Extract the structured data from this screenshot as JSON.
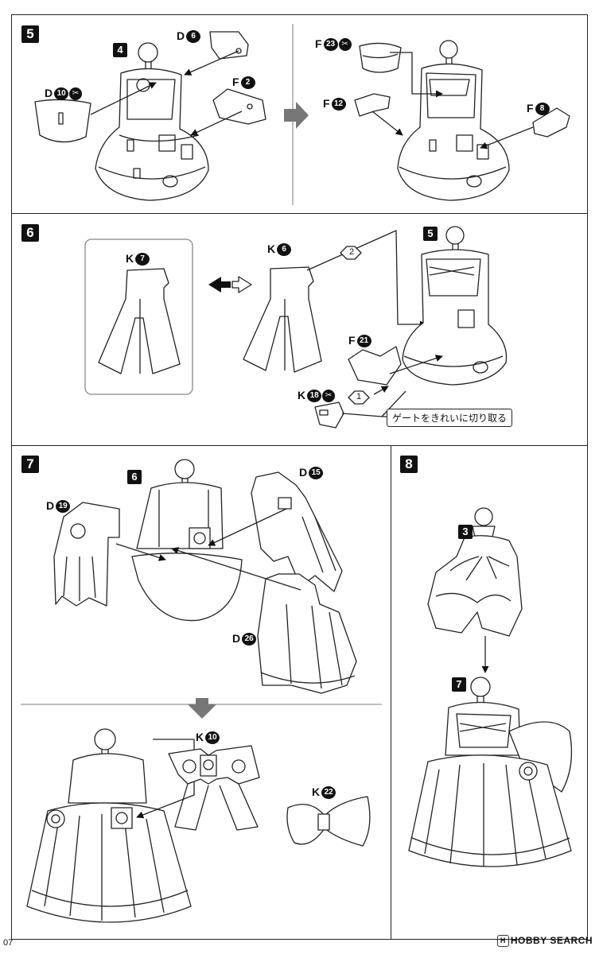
{
  "steps": {
    "s5": "5",
    "s6": "6",
    "s7": "7",
    "s8": "8"
  },
  "refs": {
    "s5_ref": "4",
    "s6_ref": "5",
    "s7_ref": "6",
    "s8_ref_top": "3",
    "s8_ref_bottom": "7"
  },
  "parts": {
    "d6": {
      "letter": "D",
      "num": "6"
    },
    "d10": {
      "letter": "D",
      "num": "10"
    },
    "f2": {
      "letter": "F",
      "num": "2"
    },
    "f23": {
      "letter": "F",
      "num": "23"
    },
    "f12": {
      "letter": "F",
      "num": "12"
    },
    "f8": {
      "letter": "F",
      "num": "8"
    },
    "k7": {
      "letter": "K",
      "num": "7"
    },
    "k6": {
      "letter": "K",
      "num": "6"
    },
    "f21": {
      "letter": "F",
      "num": "21"
    },
    "k18": {
      "letter": "K",
      "num": "18"
    },
    "d19": {
      "letter": "D",
      "num": "19"
    },
    "d15": {
      "letter": "D",
      "num": "15"
    },
    "d26": {
      "letter": "D",
      "num": "26"
    },
    "k10": {
      "letter": "K",
      "num": "10"
    },
    "k22": {
      "letter": "K",
      "num": "22"
    }
  },
  "cut_mark": "✂",
  "order_marks": {
    "first": "1",
    "second": "2"
  },
  "note_text": "ゲートをきれいに切り取る",
  "page_number": "07",
  "logo_text": "HOBBY SEARCH",
  "logo_mark": "H"
}
